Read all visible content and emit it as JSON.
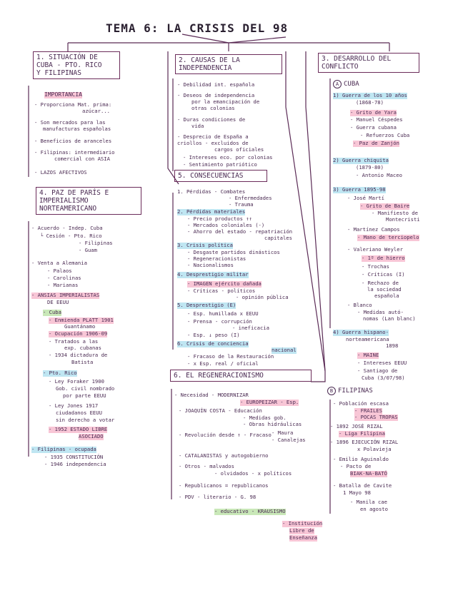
{
  "title": "TEMA 6: LA CRISIS DEL 98",
  "col1": {
    "box1": [
      "1. SITUACIÓN DE",
      "CUBA - PTO. RICO",
      "Y FILIPINAS"
    ],
    "importancia": "IMPORTANCIA",
    "items1": [
      "- Proporciona Mat. prima:",
      "azúcar...",
      "- Son mercados para las",
      "manufacturas españolas",
      "- Beneficios de aranceles",
      "- Filipinas: intermediario",
      "comercial con ASIA",
      "- LAZOS AFECTIVOS"
    ],
    "box4": [
      "4. PAZ DE PARÍS E",
      "IMPERIALISMO",
      "NORTEAMERICANO"
    ],
    "items4": [
      "- Acuerdo - Indep. Cuba",
      "└ Cesión - Pto. Rico",
      "- Filipinas",
      "- Guam",
      "- Venta a Alemania",
      "- Palaos",
      "- Carolinas",
      "- Marianas",
      "- ANSIAS IMPERIALISTAS",
      "DE EEUU",
      "- Cuba",
      "- Enmienda PLATT 1901",
      "Guantánamo",
      "- Ocupación 1906-09",
      "- Tratados a las",
      "exp. cubanas",
      "- 1934 dictadura de",
      "Batista",
      "- Pto. Rico",
      "- Ley Foraker 1900",
      "Gob. civil nombrado",
      "por parte EEUU",
      "- Ley Jones 1917",
      "ciudadanos EEUU",
      "sin derecho a votar",
      "- 1952 ESTADO LIBRE",
      "ASOCIADO",
      "- Filipinas - ocupada",
      "- 1935 CONSTITUCIÓN",
      "- 1946 independencia"
    ]
  },
  "col2": {
    "box2": [
      "2. CAUSAS DE LA",
      "INDEPENDENCIA"
    ],
    "items2": [
      "- Debilidad int. española",
      "- Deseos de independencia",
      "por la emancipación de",
      "otras colonias",
      "- Duras condiciones de",
      "vida",
      "- Desprecio de España a",
      "criollos - excluidos de",
      "cargos oficiales",
      "- Intereses eco. por colonias",
      "- Sentimiento patriótico"
    ],
    "box5": [
      "5. CONSECUENCIAS"
    ],
    "items5": [
      "1. Pérdidas - Combates",
      "- Enfermedades",
      "- Trauma",
      "2. Pérdidas materiales",
      "- Precio productos ↑↑",
      "- Mercados coloniales (-)",
      "- Ahorro del estado - repatriación",
      "capitales",
      "3. Crisis política",
      "- Desgaste partidos dinásticos",
      "- Regeneracionistas",
      "- Nacionalismos",
      "4. Desprestigio militar",
      "- IMAGEN ejército dañada",
      "- Críticas - políticos",
      "- opinión pública",
      "5. Desprestigio (E)",
      "- Esp. humillada x EEUU",
      "- Prensa - corrupción",
      "- ineficacia",
      "- Esp. ↓ peso (I)",
      "6. Crisis de conciencia",
      "nacional",
      "- Fracaso de la Restauración",
      "- x Esp. real / oficial"
    ],
    "box6": [
      "6. EL REGENERACIONISMO"
    ],
    "items6": [
      "- Necesidad - MODERNIZAR",
      "- EUROPEIZAR - Esp.",
      "- JOAQUÍN COSTA - Educación",
      "- Medidas gob.",
      "- Obras hidráulicas",
      "- Revolución desde ↑ - Fracaso",
      "- Maura",
      "- Canalejas",
      "- CATALANISTAS y autogobierno",
      "- Otros - malvados",
      "- olvidados - x políticos",
      "- Republicanos = republicanos",
      "- PDV - literario - G. 98",
      "- educativo - KRAUSISMO",
      "- Institución",
      "Libre de",
      "Enseñanza"
    ]
  },
  "col3": {
    "box3": [
      "3. DESARROLLO DEL",
      "CONFLICTO"
    ],
    "cuba_head": "CUBA",
    "cuba_letter": "A",
    "cuba_items": [
      "1) Guerra de los 10 años",
      "(1868-78)",
      "- Grito de Yara",
      "- Manuel Céspedes",
      "- Guerra cubana",
      "- Refuerzos Cuba",
      "- Paz de Zanjón",
      "2) Guerra chiquita",
      "(1879-80)",
      "- Antonio Maceo",
      "3) Guerra 1895-98",
      "- José Martí",
      "- Grito de Baire",
      "- Manifiesto de",
      "Montecristi",
      "- Martínez Campos",
      "- Mano de terciopelo",
      "- Valeriano Weyler",
      "- 1º de hierro",
      "- Trochas",
      "- Críticas (I)",
      "- Rechazo de",
      "la sociedad",
      "española",
      "- Blanco",
      "- Medidas autó-",
      "nomas (Lan blanc)",
      "4) Guerra hispano-",
      "norteamericana",
      "1898",
      "- MAINE",
      "- Intereses EEUU",
      "- Santiago de",
      "Cuba (3/07/98)"
    ],
    "fil_head": "FILIPINAS",
    "fil_letter": "B",
    "fil_items": [
      "- Población escasa",
      "- FRAILES",
      "- POCAS TROPAS",
      "- 1892 JOSÉ RIZAL",
      "- Liga Filipina",
      "- 1896 EJECUCIÓN RIZAL",
      "x Polavieja",
      "- Emilio Aguinaldo",
      "- Pacto de",
      "BIAK-NA-BATÓ",
      "- Batalla de Cavite",
      "1 Mayo 98",
      "- Manila cae",
      "en agosto"
    ]
  },
  "colors": {
    "pink": "#f8c6d6",
    "blue": "#bfe6f2",
    "green": "#c9e8b8",
    "ink": "#4a2a52"
  }
}
